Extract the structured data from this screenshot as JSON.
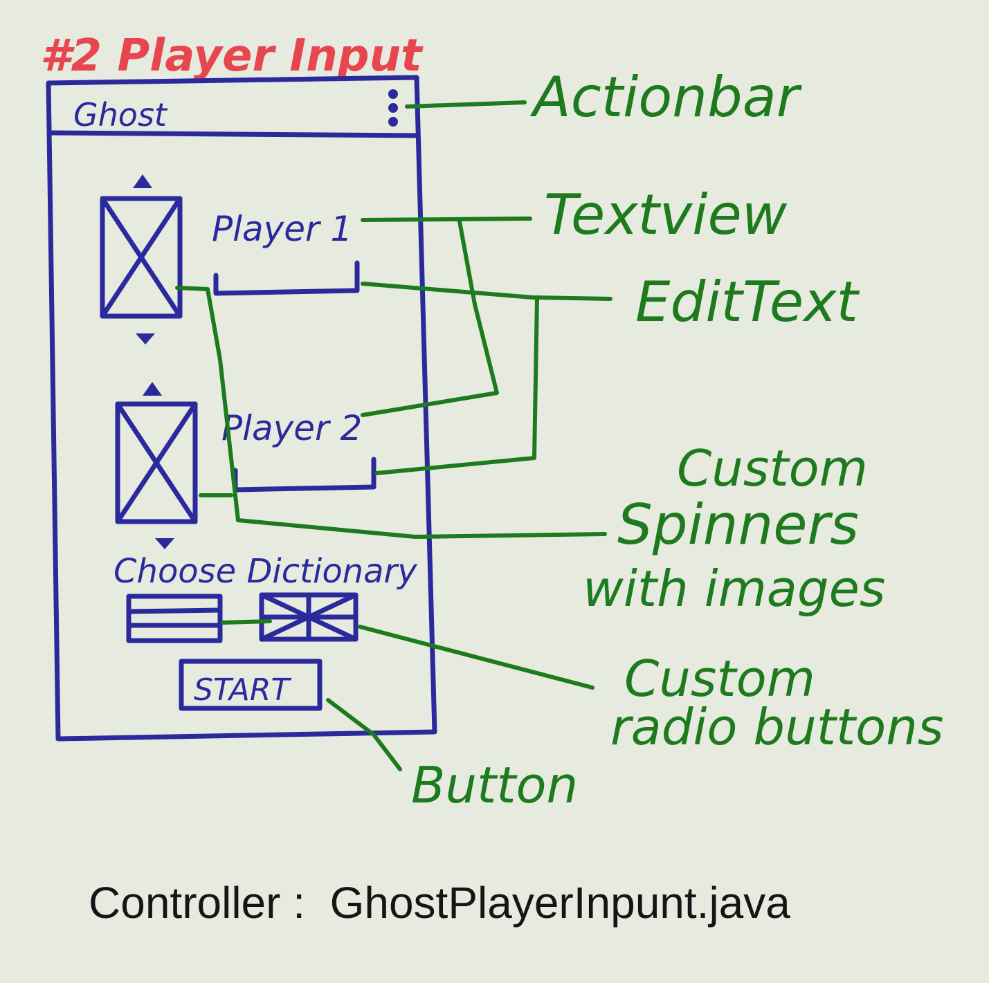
{
  "title": "#2 Player Input",
  "phone": {
    "actionbar_title": "Ghost",
    "player1_label": "Player 1",
    "player2_label": "Player 2",
    "dictionary_label": "Choose Dictionary",
    "start_button": "START"
  },
  "annotations": {
    "actionbar": "Actionbar",
    "textview": "Textview",
    "edittext": "EditText",
    "spinners_line1": "Custom",
    "spinners_line2": "Spinners",
    "spinners_line3": "with images",
    "radio_line1": "Custom",
    "radio_line2": "radio buttons",
    "button": "Button"
  },
  "caption": "Controller :  GhostPlayerInpunt.java",
  "colors": {
    "paper": "#e6eadf",
    "title_red": "#e8464f",
    "sketch_blue": "#2a2a9c",
    "annotation_green": "#1d7a1d",
    "caption_black": "#151515"
  }
}
